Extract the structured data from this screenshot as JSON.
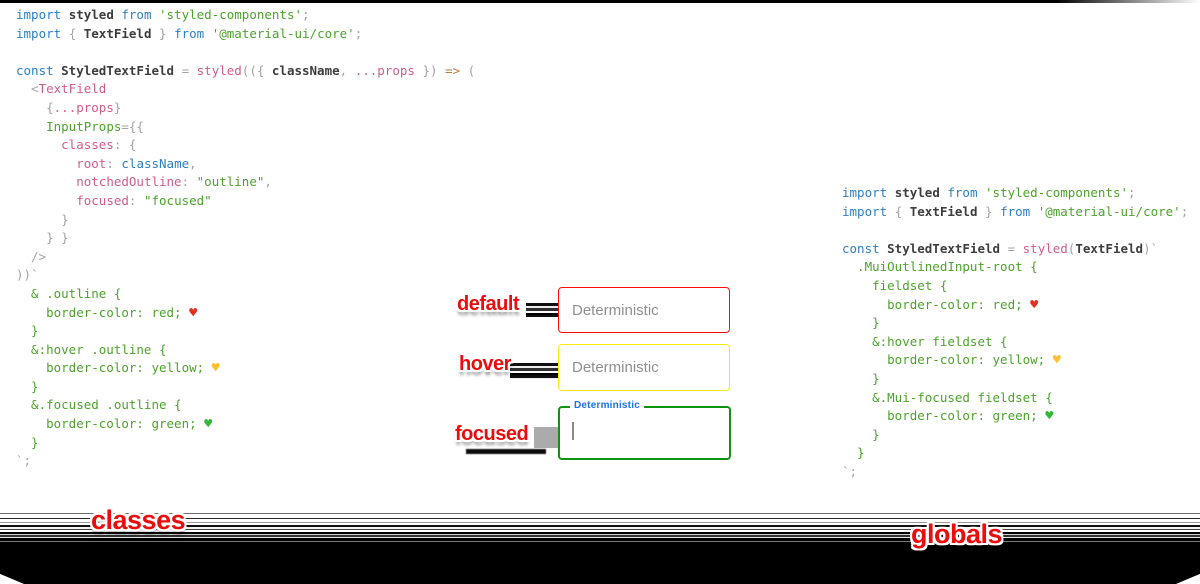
{
  "colors": {
    "default_border": "#ff0d0d",
    "hover_border": "#f9e909",
    "focused_border": "#0e940e",
    "annotation_red": "#e90d0d",
    "focused_label_blue": "#1a73e8",
    "keyword_blue": "#2d7fc3",
    "string_green": "#4ca32c",
    "property_pink": "#d05c8c"
  },
  "labels": {
    "default": "default",
    "hover": "hover",
    "focused": "focused"
  },
  "fields": {
    "default": {
      "placeholder": "Deterministic"
    },
    "hover": {
      "placeholder": "Deterministic"
    },
    "focused": {
      "float_label": "Deterministic"
    }
  },
  "footer": {
    "left_label": "classes",
    "right_label": "globals"
  },
  "code_left": {
    "lines": [
      [
        {
          "t": "import ",
          "c": "tk-kw"
        },
        {
          "t": "styled ",
          "c": "tk-id"
        },
        {
          "t": "from ",
          "c": "tk-kw"
        },
        {
          "t": "'styled-components'",
          "c": "tk-str"
        },
        {
          "t": ";",
          "c": "tk-pun"
        }
      ],
      [
        {
          "t": "import ",
          "c": "tk-kw"
        },
        {
          "t": "{ ",
          "c": "tk-pun"
        },
        {
          "t": "TextField ",
          "c": "tk-id"
        },
        {
          "t": "} ",
          "c": "tk-pun"
        },
        {
          "t": "from ",
          "c": "tk-kw"
        },
        {
          "t": "'@material-ui/core'",
          "c": "tk-str"
        },
        {
          "t": ";",
          "c": "tk-pun"
        }
      ],
      [],
      [
        {
          "t": "const ",
          "c": "tk-kw"
        },
        {
          "t": "StyledTextField ",
          "c": "tk-id"
        },
        {
          "t": "= ",
          "c": "tk-pun"
        },
        {
          "t": "styled",
          "c": "tk-pink"
        },
        {
          "t": "(({ ",
          "c": "tk-pun"
        },
        {
          "t": "className",
          "c": "tk-id"
        },
        {
          "t": ", ",
          "c": "tk-pun"
        },
        {
          "t": "...props",
          "c": "tk-pink"
        },
        {
          "t": " }) ",
          "c": "tk-pun"
        },
        {
          "t": "=>",
          "c": "tk-arrow"
        },
        {
          "t": " (",
          "c": "tk-pun"
        }
      ],
      [
        {
          "t": "  <",
          "c": "tk-pun"
        },
        {
          "t": "TextField",
          "c": "tk-pink"
        }
      ],
      [
        {
          "t": "    {",
          "c": "tk-pun"
        },
        {
          "t": "...props",
          "c": "tk-pink"
        },
        {
          "t": "}",
          "c": "tk-pun"
        }
      ],
      [
        {
          "t": "    ",
          "c": "tk-pun"
        },
        {
          "t": "InputProps",
          "c": "tk-str"
        },
        {
          "t": "={{",
          "c": "tk-pun"
        }
      ],
      [
        {
          "t": "      ",
          "c": "tk-pun"
        },
        {
          "t": "classes",
          "c": "tk-pink"
        },
        {
          "t": ": {",
          "c": "tk-pun"
        }
      ],
      [
        {
          "t": "        ",
          "c": "tk-pun"
        },
        {
          "t": "root",
          "c": "tk-pink"
        },
        {
          "t": ": ",
          "c": "tk-pun"
        },
        {
          "t": "className",
          "c": "tk-kw"
        },
        {
          "t": ",",
          "c": "tk-pun"
        }
      ],
      [
        {
          "t": "        ",
          "c": "tk-pun"
        },
        {
          "t": "notchedOutline",
          "c": "tk-pink"
        },
        {
          "t": ": ",
          "c": "tk-pun"
        },
        {
          "t": "\"outline\"",
          "c": "tk-str"
        },
        {
          "t": ",",
          "c": "tk-pun"
        }
      ],
      [
        {
          "t": "        ",
          "c": "tk-pun"
        },
        {
          "t": "focused",
          "c": "tk-pink"
        },
        {
          "t": ": ",
          "c": "tk-pun"
        },
        {
          "t": "\"focused\"",
          "c": "tk-str"
        }
      ],
      [
        {
          "t": "      }",
          "c": "tk-pun"
        }
      ],
      [
        {
          "t": "    } }",
          "c": "tk-pun"
        }
      ],
      [
        {
          "t": "  />",
          "c": "tk-pun"
        }
      ],
      [
        {
          "t": "))`",
          "c": "tk-pun"
        }
      ],
      [
        {
          "t": "  & .outline {",
          "c": "tk-css"
        }
      ],
      [
        {
          "t": "    border-color: red; ",
          "c": "tk-css"
        },
        {
          "t": "♥",
          "c": "tk-hr"
        }
      ],
      [
        {
          "t": "  }",
          "c": "tk-css"
        }
      ],
      [
        {
          "t": "  &:hover .outline {",
          "c": "tk-css"
        }
      ],
      [
        {
          "t": "    border-color: yellow; ",
          "c": "tk-css"
        },
        {
          "t": "♥",
          "c": "tk-hy"
        }
      ],
      [
        {
          "t": "  }",
          "c": "tk-css"
        }
      ],
      [
        {
          "t": "  &.focused .outline {",
          "c": "tk-css"
        }
      ],
      [
        {
          "t": "    border-color: green; ",
          "c": "tk-css"
        },
        {
          "t": "♥",
          "c": "tk-hg"
        }
      ],
      [
        {
          "t": "  }",
          "c": "tk-css"
        }
      ],
      [
        {
          "t": "`;",
          "c": "tk-pun"
        }
      ]
    ]
  },
  "code_right": {
    "lines": [
      [
        {
          "t": "import ",
          "c": "tk-kw"
        },
        {
          "t": "styled ",
          "c": "tk-id"
        },
        {
          "t": "from ",
          "c": "tk-kw"
        },
        {
          "t": "'styled-components'",
          "c": "tk-str"
        },
        {
          "t": ";",
          "c": "tk-pun"
        }
      ],
      [
        {
          "t": "import ",
          "c": "tk-kw"
        },
        {
          "t": "{ ",
          "c": "tk-pun"
        },
        {
          "t": "TextField ",
          "c": "tk-id"
        },
        {
          "t": "} ",
          "c": "tk-pun"
        },
        {
          "t": "from ",
          "c": "tk-kw"
        },
        {
          "t": "'@material-ui/core'",
          "c": "tk-str"
        },
        {
          "t": ";",
          "c": "tk-pun"
        }
      ],
      [],
      [
        {
          "t": "const ",
          "c": "tk-kw"
        },
        {
          "t": "StyledTextField ",
          "c": "tk-id"
        },
        {
          "t": "= ",
          "c": "tk-pun"
        },
        {
          "t": "styled",
          "c": "tk-pink"
        },
        {
          "t": "(",
          "c": "tk-pun"
        },
        {
          "t": "TextField",
          "c": "tk-id"
        },
        {
          "t": ")`",
          "c": "tk-pun"
        }
      ],
      [
        {
          "t": "  .MuiOutlinedInput-root {",
          "c": "tk-css"
        }
      ],
      [
        {
          "t": "    fieldset {",
          "c": "tk-css"
        }
      ],
      [
        {
          "t": "      border-color: red; ",
          "c": "tk-css"
        },
        {
          "t": "♥",
          "c": "tk-hr"
        }
      ],
      [
        {
          "t": "    }",
          "c": "tk-css"
        }
      ],
      [
        {
          "t": "    &:hover fieldset {",
          "c": "tk-css"
        }
      ],
      [
        {
          "t": "      border-color: yellow; ",
          "c": "tk-css"
        },
        {
          "t": "♥",
          "c": "tk-hy"
        }
      ],
      [
        {
          "t": "    }",
          "c": "tk-css"
        }
      ],
      [
        {
          "t": "    &.Mui-focused fieldset {",
          "c": "tk-css"
        }
      ],
      [
        {
          "t": "      border-color: green; ",
          "c": "tk-css"
        },
        {
          "t": "♥",
          "c": "tk-hg"
        }
      ],
      [
        {
          "t": "    }",
          "c": "tk-css"
        }
      ],
      [
        {
          "t": "  }",
          "c": "tk-css"
        }
      ],
      [
        {
          "t": "`;",
          "c": "tk-pun"
        }
      ]
    ]
  }
}
